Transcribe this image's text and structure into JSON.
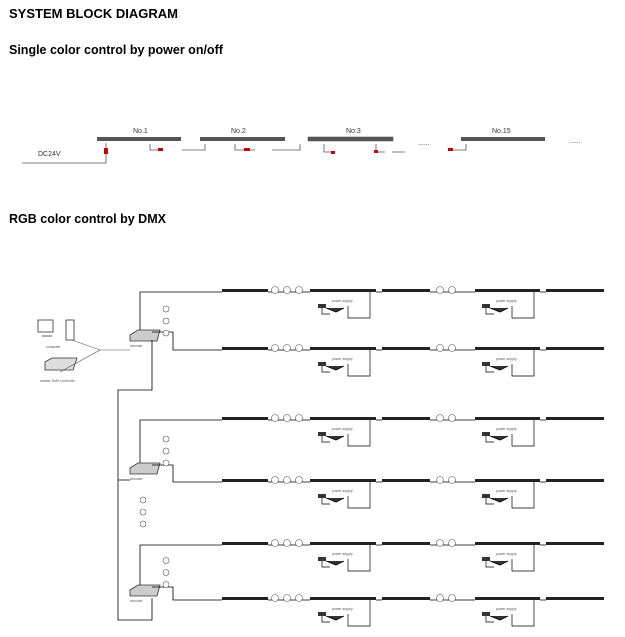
{
  "title": "SYSTEM BLOCK DIAGRAM",
  "section1": {
    "heading": "Single color control by power on/off",
    "units": [
      "No.1",
      "No.2",
      "No.3",
      "No.15"
    ],
    "power_label": "DC24V",
    "ellipsis": "......"
  },
  "section2": {
    "heading": "RGB color control by DMX",
    "computer_label": "computer",
    "dmx_label": "master DMX controller",
    "decoder_label": "decoder",
    "psu_label": "power supply"
  },
  "colors": {
    "bar": "#444444",
    "wire": "#000000",
    "connector": "#cc0000"
  }
}
